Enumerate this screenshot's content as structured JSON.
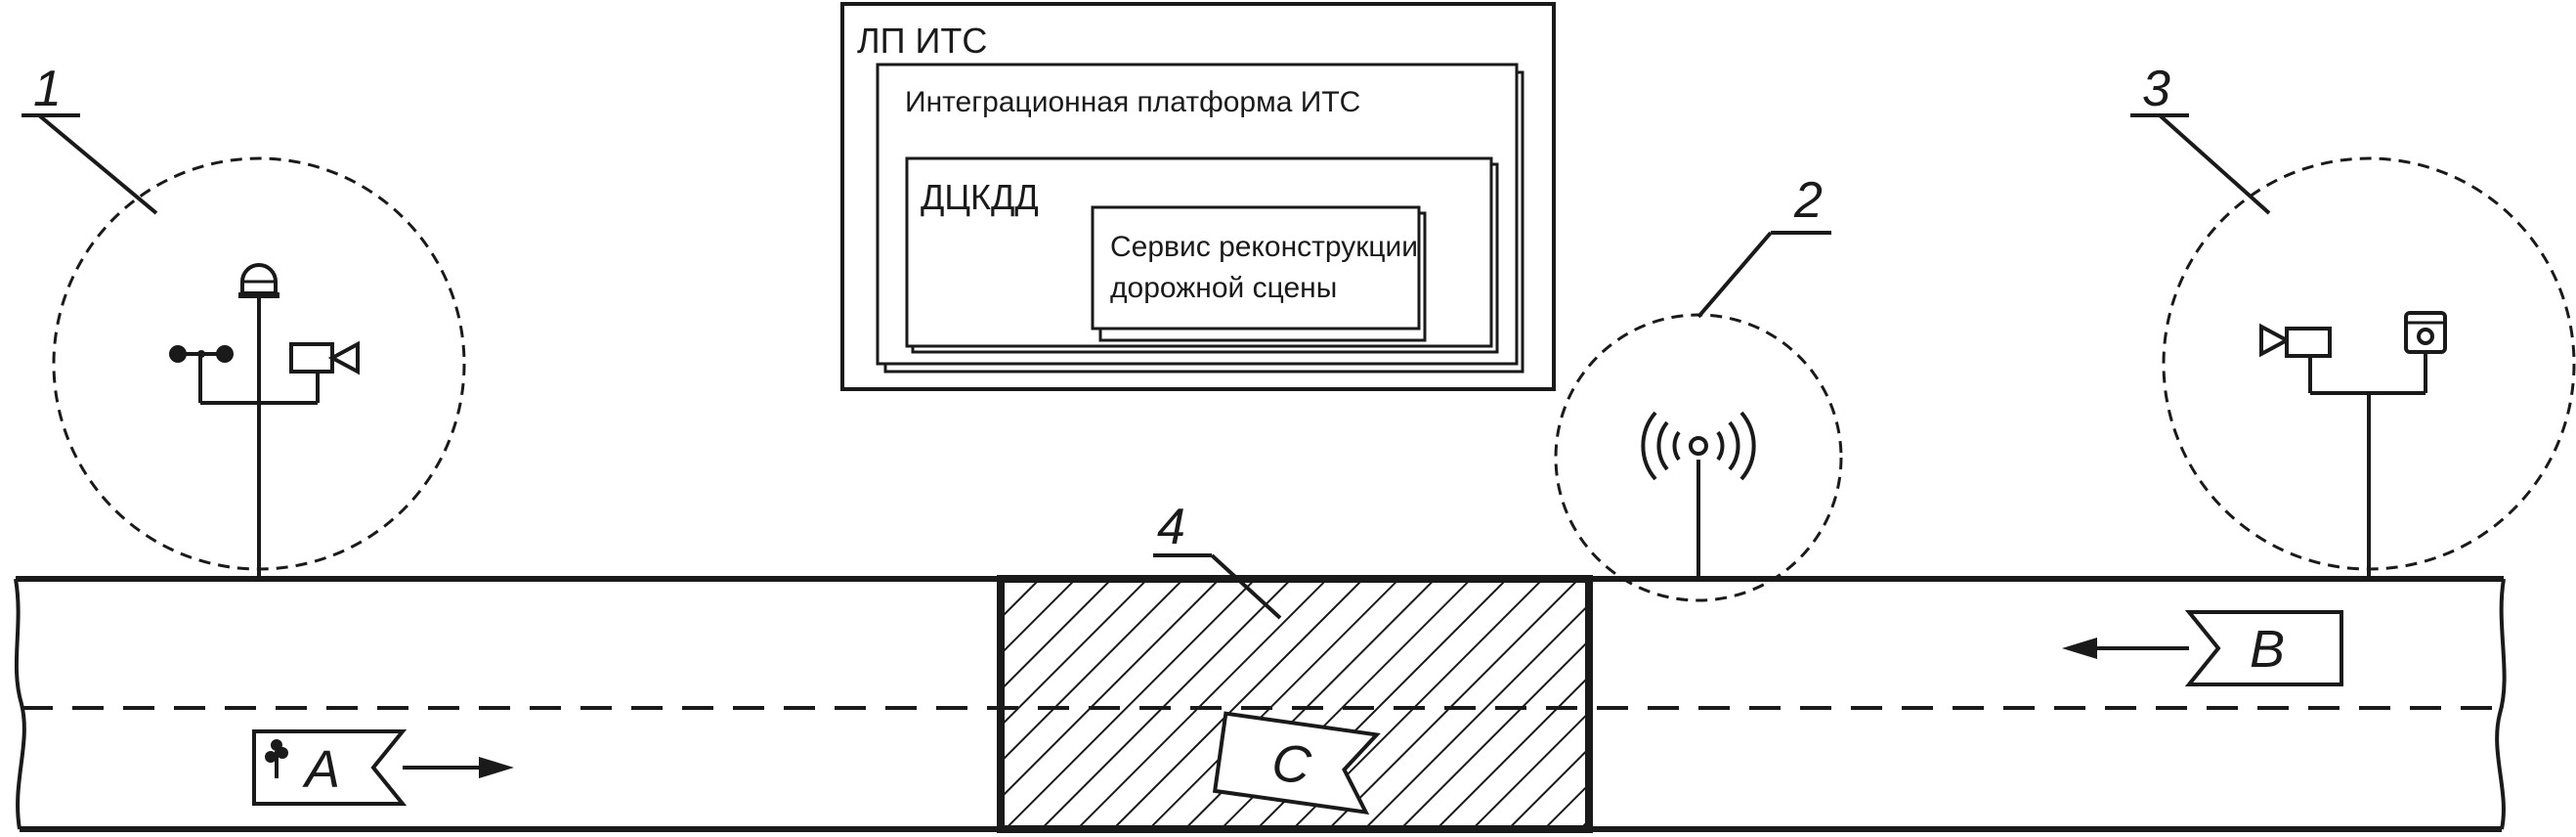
{
  "system_box": {
    "outer_title": "ЛП ИТС",
    "platform_title": "Интеграционная платформа ИТС",
    "center_title": "ДЦКДД",
    "service_line1": "Сервис реконструкции",
    "service_line2": "дорожной сцены"
  },
  "callouts": {
    "n1": "1",
    "n2": "2",
    "n3": "3",
    "n4": "4"
  },
  "vehicles": {
    "a": "A",
    "b": "B",
    "c": "C"
  },
  "icons": [
    "weather-sensor-icon",
    "camera-icon",
    "dome-lamp-icon",
    "radio-antenna-icon",
    "radar-icon",
    "tree-icon",
    "arrow-right-icon",
    "arrow-left-icon"
  ],
  "colors": {
    "ink": "#1a1a1a",
    "background": "#ffffff"
  }
}
